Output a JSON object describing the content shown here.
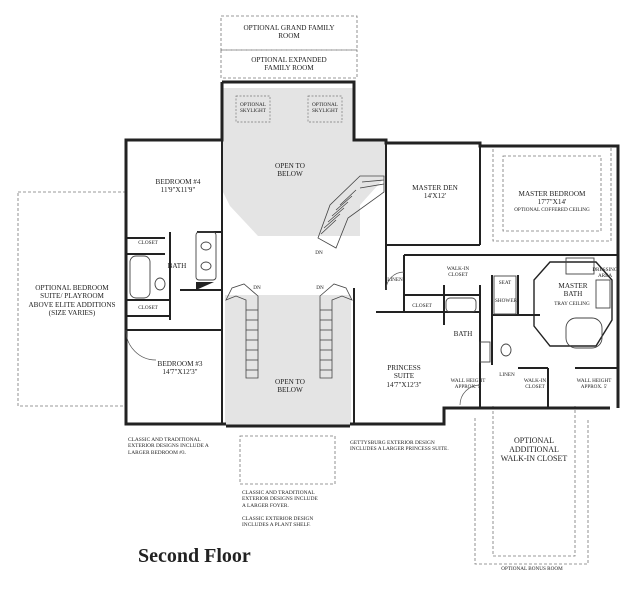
{
  "title": "Second Floor",
  "rooms": {
    "opt_grand_family": "OPTIONAL GRAND FAMILY\nROOM",
    "opt_expanded_family": "OPTIONAL EXPANDED\nFAMILY ROOM",
    "skylight_left": "OPTIONAL\nSKYLIGHT",
    "skylight_right": "OPTIONAL\nSKYLIGHT",
    "open_to_below_top": "OPEN TO\nBELOW",
    "bedroom4": "BEDROOM #4\n11'9\"X11'9\"",
    "master_den": "MASTER DEN\n14'X12'",
    "master_bedroom": "MASTER BEDROOM\n17'7\"X14'",
    "optional_coffered": "OPTIONAL COFFERED CEILING",
    "closet_upper": "CLOSET",
    "bath_left": "BATH",
    "closet_lower": "CLOSET",
    "opt_bedroom_suite": "OPTIONAL BEDROOM\nSUITE/ PLAYROOM\nABOVE ELITE ADDITIONS\n(SIZE VARIES)",
    "dn_top": "DN",
    "dn_left": "DN",
    "dn_right": "DN",
    "linen_mid": "LINEN",
    "walkin_closet": "WALK-IN\nCLOSET",
    "closet_mid": "CLOSET",
    "seat": "SEAT",
    "shower": "SHOWER",
    "dressing_area": "DRESSING\nAREA",
    "master_bath": "MASTER\nBATH",
    "tray_ceiling": "TRAY CEILING",
    "bath_right": "BATH",
    "bedroom3": "BEDROOM #3\n14'7\"X12'3\"",
    "open_to_below_bottom": "OPEN TO\nBELOW",
    "princess_suite": "PRINCESS\nSUITE\n14'7\"X12'3\"",
    "wall_height_left": "WALL HEIGHT\nAPPROX. 5'",
    "linen_right": "LINEN",
    "walkin_closet_right": "WALK-IN\nCLOSET",
    "wall_height_right": "WALL HEIGHT\nAPPROX. 5'",
    "opt_walkin_closet": "OPTIONAL\nADDITIONAL\nWALK-IN CLOSET",
    "opt_bonus_room": "OPTIONAL BONUS ROOM"
  },
  "notes": {
    "classic_bedroom3": "CLASSIC AND TRADITIONAL\nEXTERIOR DESIGNS INCLUDE A\nLARGER BEDROOM #3.",
    "gettysburg": "GETTYSBURG EXTERIOR DESIGN\nINCLUDES A LARGER PRINCESS SUITE.",
    "classic_foyer": "CLASSIC AND TRADITIONAL\nEXTERIOR DESIGNS INCLUDE\nA LARGER FOYER.",
    "classic_plant": "CLASSIC EXTERIOR DESIGN\nINCLUDES A PLANT SHELF."
  }
}
